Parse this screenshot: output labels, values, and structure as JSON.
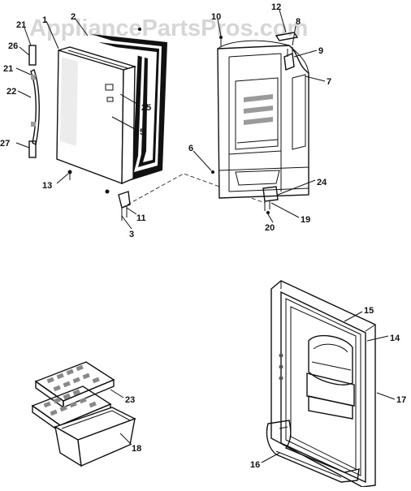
{
  "watermark": "AppliancePartsPros.com",
  "callouts": {
    "c1": "1",
    "c2": "2",
    "c3": "3",
    "c5": "5",
    "c6": "6",
    "c7": "7",
    "c8": "8",
    "c9": "9",
    "c10": "10",
    "c11": "11",
    "c12": "12",
    "c13": "13",
    "c14": "14",
    "c15": "15",
    "c16": "16",
    "c17": "17",
    "c18": "18",
    "c19": "19",
    "c20": "20",
    "c21a": "21",
    "c21b": "21",
    "c22": "22",
    "c23": "23",
    "c24": "24",
    "c25": "25",
    "c26": "26",
    "c27": "27"
  }
}
